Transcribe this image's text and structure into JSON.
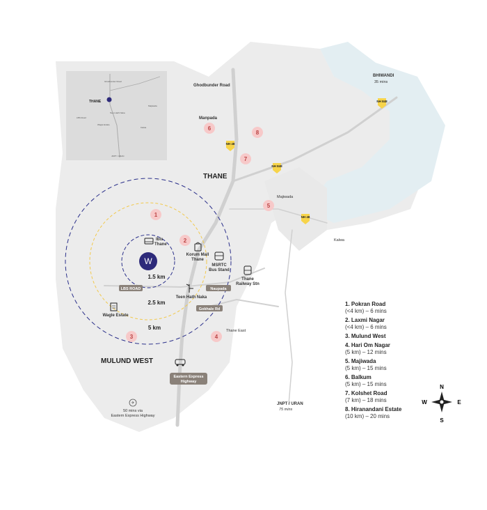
{
  "map": {
    "city_label": "THANE",
    "mulund_label": "MULUND WEST",
    "roads": {
      "ghodbunder": "Ghodbunder Road",
      "lbs": "LBS ROAD",
      "gokhale": "Gokhale Rd",
      "naupada": "Naupada",
      "eastern_express": [
        "Eastern Express",
        "Highway"
      ]
    },
    "places": {
      "bhiwandi": "BHIWANDI",
      "bhiwandi_time": "35 mins",
      "manpada": "Manpada",
      "majiwada": "Majiwada",
      "kalwa": "Kalwa",
      "thane_east": "Thane East",
      "jnpt": "JNPT / URAN",
      "jnpt_time": "75 mins",
      "airport_time": "50 mins via",
      "airport_route": "Eastern Express Highway"
    },
    "landmarks": {
      "ibis": [
        "Ibis",
        "Thane"
      ],
      "korum": [
        "Korum Mall",
        "Thane"
      ],
      "msrtc": [
        "MSRTC",
        "Bus Stand"
      ],
      "station": [
        "Thane",
        "Railway Stn"
      ],
      "teen_hath": "Teen Hath Naka",
      "wagle": "Wagle Estate"
    },
    "highways": [
      "NH 48",
      "NH 848",
      "NH 848",
      "NH 48"
    ],
    "radii": [
      "1.5 km",
      "2.5 km",
      "5 km"
    ],
    "pins": [
      "1",
      "2",
      "3",
      "4",
      "5",
      "6",
      "7",
      "8"
    ],
    "inset": {
      "labels": [
        "THANE",
        "Ghodbunder Road",
        "Majiwada",
        "Teen Hath Naka",
        "Naupada",
        "LBS Road",
        "Wagle Estate",
        "Korum Mall",
        "Kalwa",
        "Teen Hath Naka",
        "JNPT / URAN"
      ]
    }
  },
  "legend": {
    "items": [
      {
        "title": "1. Pokran Road",
        "sub": "(<4 km) – 6 mins"
      },
      {
        "title": "2. Laxmi Nagar",
        "sub": "(<4 km) – 6 mins"
      },
      {
        "title": "3. Mulund West",
        "sub": ""
      },
      {
        "title": "4. Hari Om Nagar",
        "sub": "(5 km) – 12 mins"
      },
      {
        "title": "5. Majiwada",
        "sub": "(5 km) – 15 mins"
      },
      {
        "title": "6. Balkum",
        "sub": "(5 km) – 15 mins"
      },
      {
        "title": "7. Kolshet Road",
        "sub": "(7 km) – 18 mins"
      },
      {
        "title": "8. Hiranandani Estate",
        "sub": "(10 km) – 20 mins"
      }
    ]
  },
  "compass": {
    "n": "N",
    "s": "S",
    "e": "E",
    "w": "W"
  },
  "colors": {
    "land": "#ececec",
    "water": "#e3eef2",
    "road": "#d0d0d0",
    "pin": "#f7c9c9",
    "circle_outer": "#2a2f8a",
    "circle_mid": "#f2c94c",
    "tag": "#8a8179",
    "nh": "#f7d44a",
    "logo": "#2d2a7a"
  }
}
